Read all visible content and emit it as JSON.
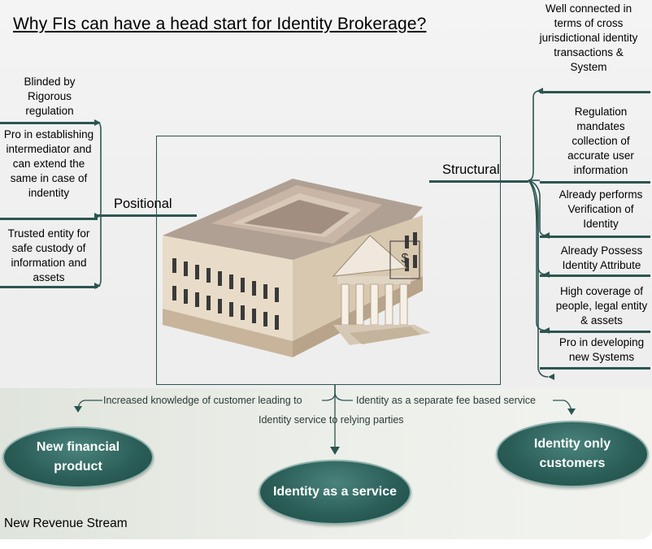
{
  "title": "Why FIs can have a head start for Identity Brokerage?",
  "center": {
    "icon_label": "$"
  },
  "positional": {
    "label": "Positional",
    "items": [
      "Blinded by Rigorous regulation",
      "Pro in establishing intermediator and can extend the same in case of indentity",
      "Trusted entity for safe custody of information and assets"
    ]
  },
  "structural": {
    "label": "Structural",
    "items": [
      "Well connected in terms of cross jurisdictional identity transactions & System",
      "Regulation mandates collection of accurate user information",
      "Already performs Verification of Identity",
      "Already Possess Identity Attribute",
      "High coverage of people, legal entity & assets",
      "Pro in developing new Systems"
    ]
  },
  "revenue": {
    "label": "New Revenue Stream",
    "flows": {
      "left": "Increased knowledge of customer leading to",
      "middle": "Identity service to relying parties",
      "right": "Identity as a separate fee based service"
    },
    "outcomes": [
      "New financial product",
      "Identity as a service",
      "Identity only customers"
    ]
  },
  "colors": {
    "accent": "#2c5550",
    "oval": "#2e625c",
    "background_bottom": "#e6eae3"
  }
}
